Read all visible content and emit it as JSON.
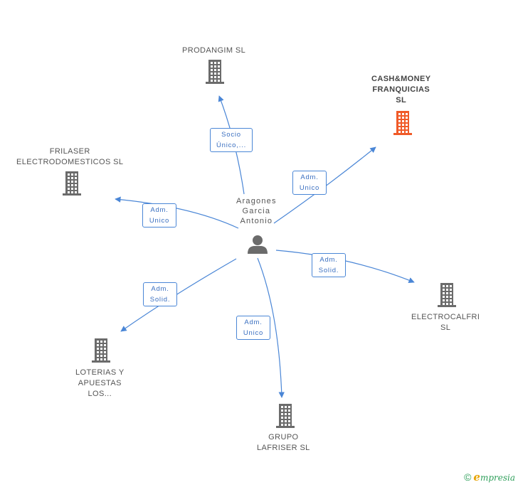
{
  "center": {
    "label_lines": [
      "Aragones",
      "Garcia",
      "Antonio"
    ]
  },
  "companies": [
    {
      "id": "prodangim",
      "label_lines": [
        "PRODANGIM SL"
      ],
      "highlight": false
    },
    {
      "id": "cashmoney",
      "label_lines": [
        "CASH&MONEY",
        "FRANQUICIAS",
        "SL"
      ],
      "highlight": true
    },
    {
      "id": "frilaser",
      "label_lines": [
        "FRILASER",
        "ELECTRODOMESTICOS SL"
      ],
      "highlight": false
    },
    {
      "id": "electrocalfri",
      "label_lines": [
        "ELECTROCALFRI",
        "SL"
      ],
      "highlight": false
    },
    {
      "id": "loterias",
      "label_lines": [
        "LOTERIAS Y",
        "APUESTAS",
        "LOS..."
      ],
      "highlight": false
    },
    {
      "id": "grupo",
      "label_lines": [
        "GRUPO",
        "LAFRISER SL"
      ],
      "highlight": false
    }
  ],
  "relations": [
    {
      "to": "prodangim",
      "label_lines": [
        "Socio",
        "Único,..."
      ]
    },
    {
      "to": "cashmoney",
      "label_lines": [
        "Adm.",
        "Unico"
      ]
    },
    {
      "to": "frilaser",
      "label_lines": [
        "Adm.",
        "Unico"
      ]
    },
    {
      "to": "electrocalfri",
      "label_lines": [
        "Adm.",
        "Solid."
      ]
    },
    {
      "to": "loterias",
      "label_lines": [
        "Adm.",
        "Solid."
      ]
    },
    {
      "to": "grupo",
      "label_lines": [
        "Adm.",
        "Unico"
      ]
    }
  ],
  "colors": {
    "edge": "#4a86d6",
    "building": "#6b6b6b",
    "highlight_building": "#f05a28",
    "person": "#6b6b6b"
  },
  "icons": {
    "company": "building-icon",
    "person": "person-icon"
  },
  "footer": {
    "copyright": "©",
    "brand_initial": "e",
    "brand_rest": "mpresia"
  }
}
